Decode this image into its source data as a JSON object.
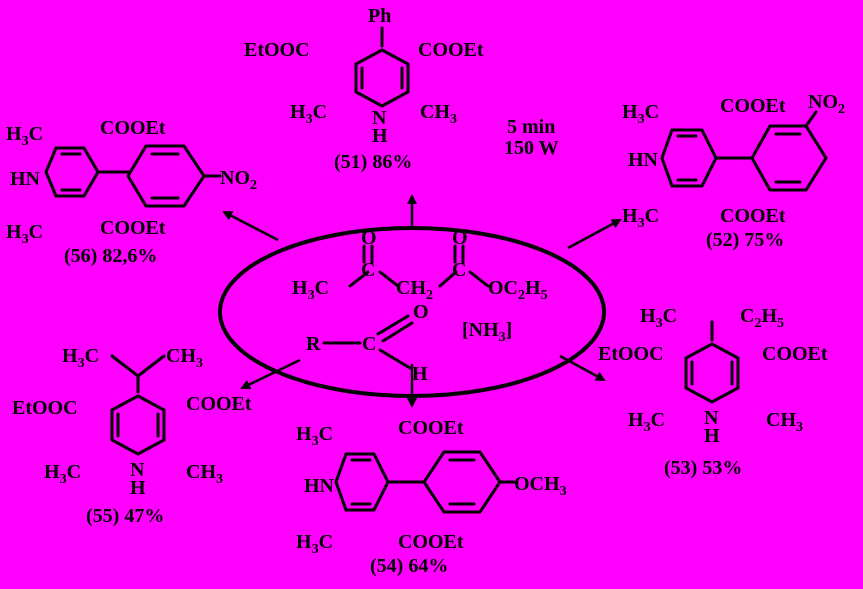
{
  "background_color": "#ff00ff",
  "conditions": {
    "time": "5 min",
    "power": "150 W"
  },
  "center": {
    "reagent_ketoester": [
      "H",
      "3",
      "C",
      "CH",
      "2",
      "OC",
      "2",
      "H",
      "5"
    ],
    "oxygen": "O",
    "aldehyde_R": "R",
    "aldehyde_C": "C",
    "aldehyde_H": "H",
    "ammonia": "[NH",
    "ammonia_sub": "3",
    "ammonia_close": "]"
  },
  "products": {
    "p51": {
      "caption": "(51) 86%",
      "top": "Ph",
      "left_ester": "EtOOC",
      "right_ester": "COOEt",
      "ring_N": "N",
      "NH": "H",
      "left_methyl": "H",
      "right_methyl": "CH"
    },
    "p52": {
      "caption": "(52) 75%",
      "top_ester": "COOEt",
      "bottom_ester": "COOEt",
      "nitro": "NO",
      "NH": "HN"
    },
    "p53": {
      "caption": "(53) 53%",
      "left_ester": "EtOOC",
      "right_ester": "COOEt",
      "ring_N": "N",
      "NH": "H",
      "ethyl": "C",
      "methyl": "H"
    },
    "p54": {
      "caption": "(54) 64%",
      "top_ester": "COOEt",
      "bottom_ester": "COOEt",
      "methoxy": "OCH",
      "NH": "HN"
    },
    "p55": {
      "caption": "(55) 47%",
      "left_ester": "EtOOC",
      "right_ester": "COOEt",
      "ring_N": "N",
      "NH": "H"
    },
    "p56": {
      "caption": "(56) 82,6%",
      "top_ester": "COOEt",
      "bottom_ester": "COOEt",
      "nitro": "NO",
      "NH": "HN"
    }
  },
  "digits": {
    "two": "2",
    "three": "3",
    "five": "5"
  }
}
